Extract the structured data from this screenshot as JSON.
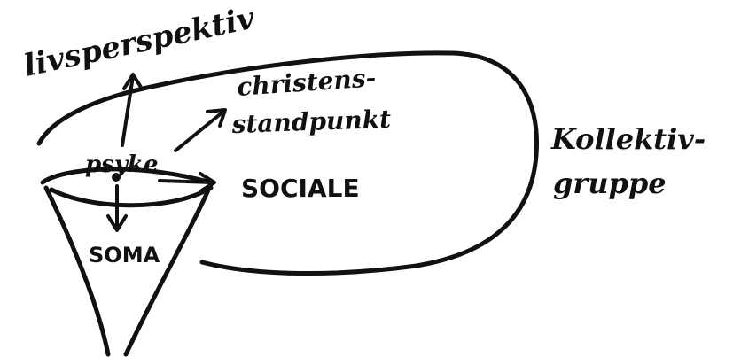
{
  "labels": {
    "top": "livsperspektiv",
    "christian_line1": "christens-",
    "christian_line2": "standpunkt",
    "psyke": "psyke",
    "sociale": "SOCIALE",
    "soma": "SOMA",
    "group_line1": "Kollektiv-",
    "group_line2": "gruppe"
  },
  "colors": {
    "ink": "#111111",
    "paper": "#ffffff"
  }
}
